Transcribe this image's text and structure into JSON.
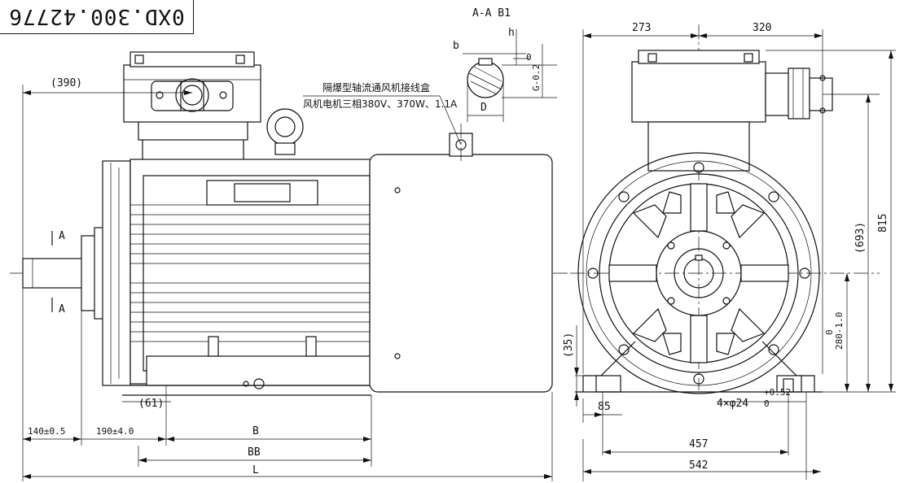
{
  "drawing_number": "0XD.300.42776",
  "section_label": "A-A B1",
  "annotation": {
    "line1": "隔爆型轴流通风机接线盒",
    "line2": "风机电机三相380V、370W、1.1A"
  },
  "side_view": {
    "dim_390": "(390)",
    "section_mark_top": "A",
    "section_mark_bottom": "A",
    "dim_61": "(61)",
    "dim_140": "140±0.5",
    "dim_190": "190±4.0",
    "dim_B": "B",
    "dim_BB": "BB",
    "dim_L": "L"
  },
  "key_detail": {
    "b": "b",
    "h": "h",
    "D": "D",
    "G": "G-0.2",
    "G_sup": "0"
  },
  "end_view": {
    "dim_273": "273",
    "dim_320": "320",
    "dim_693": "(693)",
    "dim_815": "815",
    "dim_35": "(35)",
    "dim_280": "280-1.0",
    "dim_280_sup": "0",
    "dim_85": "85",
    "holes": "4×φ24",
    "holes_tol_top": "+0.52",
    "holes_tol_bottom": "0",
    "dim_457": "457",
    "dim_542": "542"
  }
}
